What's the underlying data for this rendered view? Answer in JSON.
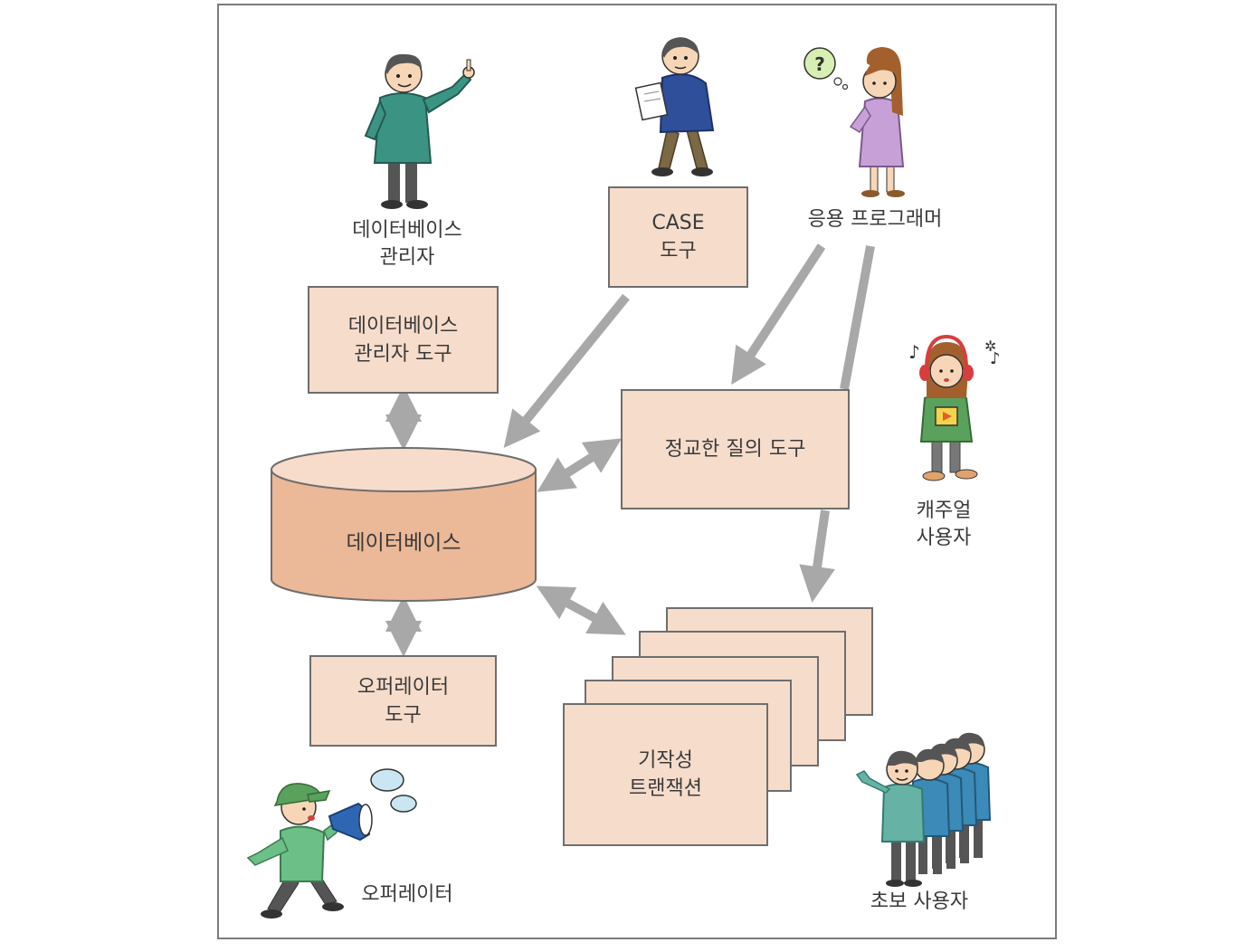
{
  "diagram": {
    "actors": {
      "dba": {
        "line1": "데이터베이스",
        "line2": "관리자"
      },
      "case_user": {
        "line1": "CASE",
        "line2": "도구"
      },
      "app_programmer": {
        "label": "응용 프로그래머"
      },
      "casual_user": {
        "line1": "캐주얼",
        "line2": "사용자"
      },
      "operator": {
        "label": "오퍼레이터"
      },
      "naive_user": {
        "label": "초보 사용자"
      }
    },
    "boxes": {
      "dba_tool": {
        "line1": "데이터베이스",
        "line2": "관리자 도구"
      },
      "query_tool": {
        "label": "정교한 질의 도구"
      },
      "operator_tool": {
        "line1": "오퍼레이터",
        "line2": "도구"
      },
      "canned_tx": {
        "line1": "기작성",
        "line2": "트랜잭션"
      }
    },
    "database": {
      "label": "데이터베이스"
    },
    "colors": {
      "box_fill": "#f6dccb",
      "cylinder_fill": "#ebb898",
      "cylinder_top": "#f8dccb",
      "arrow": "#a8a8a8",
      "border": "#6e6e6e"
    }
  }
}
